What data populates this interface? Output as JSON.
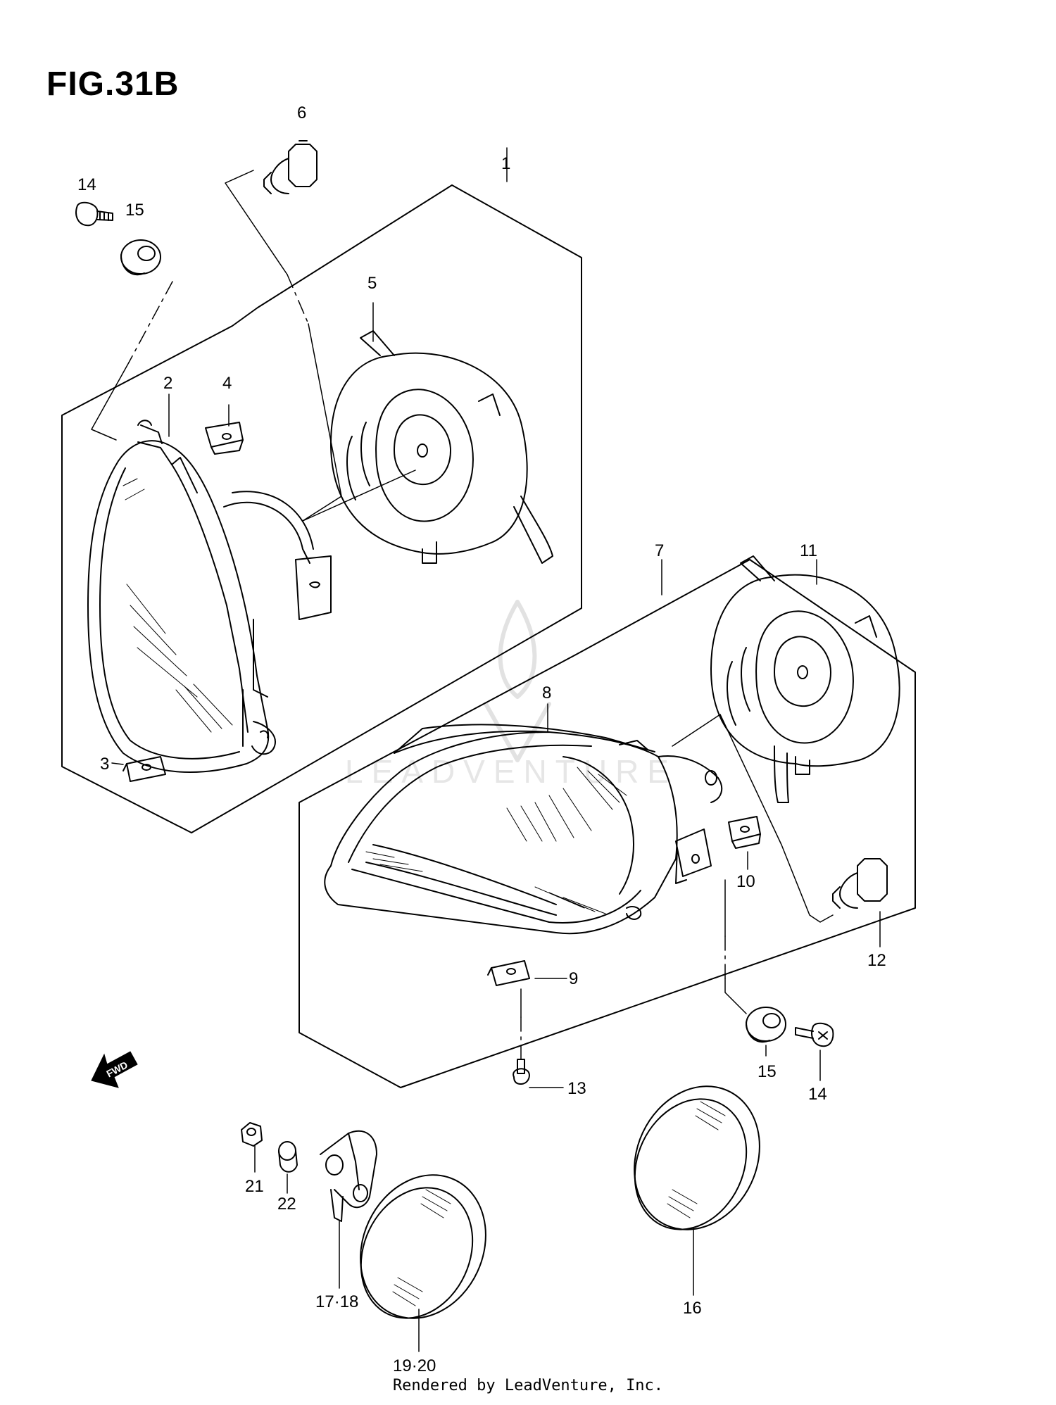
{
  "figure": {
    "title": "FIG.31B"
  },
  "callouts": {
    "p1": "1",
    "p2": "2",
    "p3": "3",
    "p4": "4",
    "p5": "5",
    "p6": "6",
    "p7": "7",
    "p8": "8",
    "p9": "9",
    "p10": "10",
    "p11": "11",
    "p12": "12",
    "p13": "13",
    "p14a": "14",
    "p14b": "14",
    "p15a": "15",
    "p15b": "15",
    "p16": "16",
    "p17_18": "17·18",
    "p19_20": "19·20",
    "p21": "21",
    "p22": "22"
  },
  "direction_marker": {
    "label": "FWD"
  },
  "watermark": {
    "text": "LEADVENTURE"
  },
  "footer": {
    "text": "Rendered by LeadVenture, Inc."
  },
  "colors": {
    "line": "#000000",
    "background": "#ffffff",
    "watermark": "#e6e6e6"
  }
}
